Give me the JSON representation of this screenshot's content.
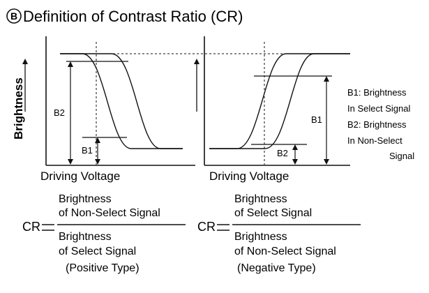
{
  "title": {
    "marker": "B",
    "text": "Definition of Contrast Ratio (CR)"
  },
  "left_graph": {
    "y_axis_label": "Brightness",
    "x_axis_label": "Driving Voltage",
    "b2_label": "B2",
    "b1_label": "B1"
  },
  "right_graph": {
    "x_axis_label": "Driving Voltage",
    "b1_label": "B1",
    "b2_label": "B2"
  },
  "legend": {
    "line1": "B1: Brightness",
    "line2": "In Select Signal",
    "line3": "B2: Brightness",
    "line4": "In Non-Select",
    "line5": "Signal"
  },
  "formula_positive": {
    "prefix": "CR",
    "numerator_line1": "Brightness",
    "numerator_line2": "of Non-Select Signal",
    "denominator_line1": "Brightness",
    "denominator_line2": "of Select Signal",
    "type_label": "(Positive Type)"
  },
  "formula_negative": {
    "prefix": "CR",
    "numerator_line1": "Brightness",
    "numerator_line2": "of Select Signal",
    "denominator_line1": "Brightness",
    "denominator_line2": "of Non-Select Signal",
    "type_label": "(Negative Type)"
  }
}
